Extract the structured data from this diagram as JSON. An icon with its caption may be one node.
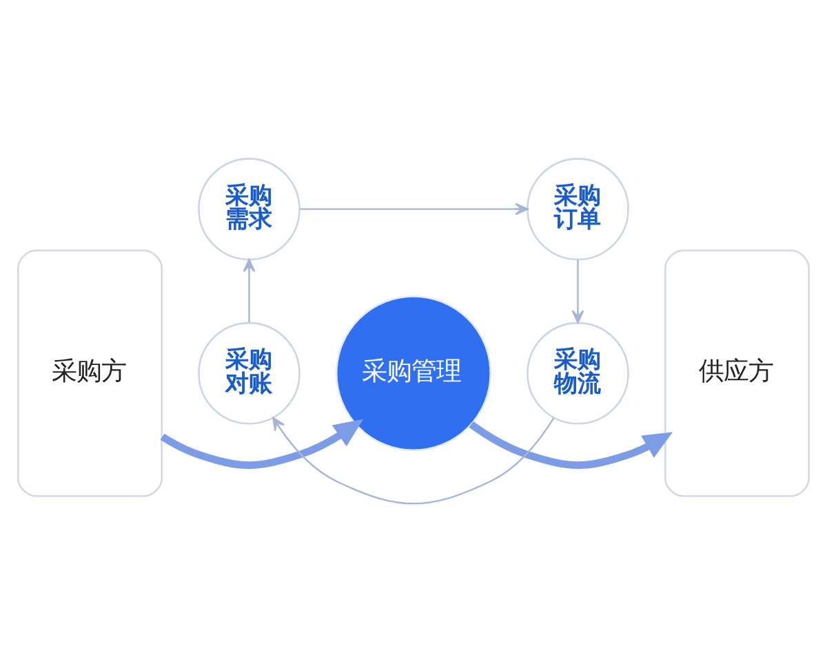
{
  "diagram": {
    "nodes": [
      {
        "text": [
          "采购方"
        ]
      },
      {
        "text": [
          "采购需求"
        ]
      },
      {
        "text": [
          "采购订单"
        ]
      },
      {
        "text": [
          "采购管理"
        ]
      },
      {
        "text": [
          "采购对账"
        ]
      },
      {
        "text": [
          "采购物流"
        ]
      },
      {
        "text": [
          "供应方"
        ]
      }
    ],
    "edges": [
      {
        "from": 0,
        "to": 3,
        "arrow": "to",
        "style": "thick",
        "color": "#7d9ce6"
      },
      {
        "from": 1,
        "to": 2,
        "arrow": "to"
      },
      {
        "from": 2,
        "to": 5,
        "arrow": "to"
      },
      {
        "from": 5,
        "to": 4,
        "arrow": "to"
      },
      {
        "from": 4,
        "to": 1,
        "arrow": "to"
      },
      {
        "from": 3,
        "to": 6,
        "arrow": "to",
        "style": "thick",
        "color": "#7d9ce6"
      }
    ]
  }
}
